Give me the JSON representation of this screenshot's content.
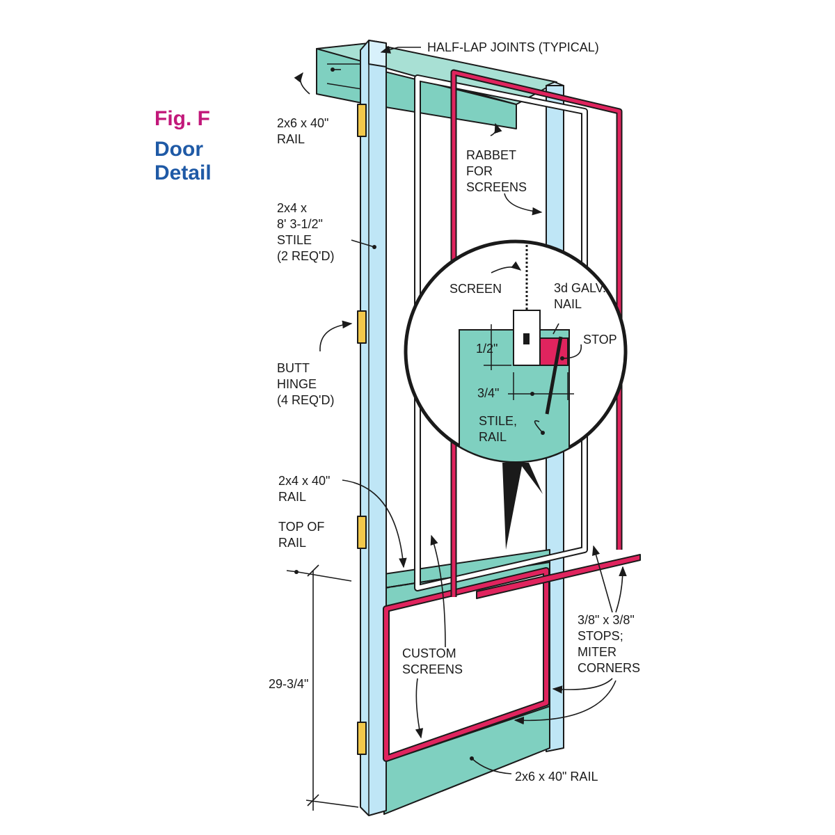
{
  "figure": {
    "number": "Fig. F",
    "title_line1": "Door",
    "title_line2": "Detail",
    "number_color": "#c2187a",
    "title_color": "#1f5aa6"
  },
  "colors": {
    "stile": "#bfe6f6",
    "rail": "#7fd0c0",
    "stop": "#e0245e",
    "hinge": "#f2c84b",
    "screen_frame": "#ffffff",
    "outline": "#1a1a1a"
  },
  "labels": {
    "half_lap": "HALF-LAP JOINTS (TYPICAL)",
    "top_rail": [
      "2x6 x 40\"",
      "RAIL"
    ],
    "rabbet": [
      "RABBET",
      "FOR",
      "SCREENS"
    ],
    "stile": [
      "2x4 x",
      "8' 3-1/2\"",
      "STILE",
      "(2 REQ'D)"
    ],
    "hinge": [
      "BUTT",
      "HINGE",
      "(4 REQ'D)"
    ],
    "mid_rail": [
      "2x4 x 40\"",
      "RAIL"
    ],
    "top_of_rail": [
      "TOP OF",
      "RAIL"
    ],
    "height_dim": "29-3/4\"",
    "custom_screens": [
      "CUSTOM",
      "SCREENS"
    ],
    "stops": [
      "3/8\" x 3/8\"",
      "STOPS;",
      "MITER",
      "CORNERS"
    ],
    "bottom_rail": "2x6 x 40\" RAIL"
  },
  "detail": {
    "screen": "SCREEN",
    "nail": [
      "3d GALV.",
      "NAIL"
    ],
    "stop": "STOP",
    "dim_half": "1/2\"",
    "dim_three_quarter": "3/4\"",
    "stile_rail": [
      "STILE,",
      "RAIL"
    ]
  }
}
